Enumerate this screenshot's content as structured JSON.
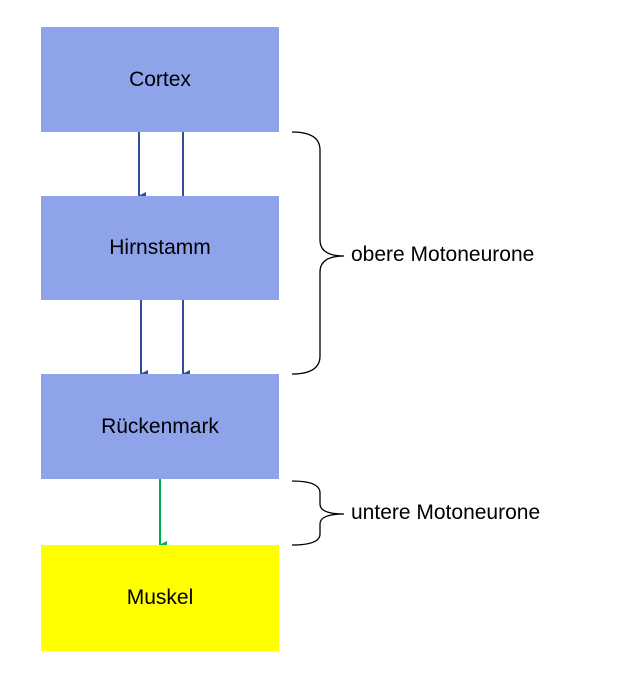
{
  "diagram": {
    "boxes": {
      "cortex": {
        "label": "Cortex",
        "fill": "#8EA3EA"
      },
      "hirnstamm": {
        "label": "Hirnstamm",
        "fill": "#8EA3EA"
      },
      "rueckenmark": {
        "label": "Rückenmark",
        "fill": "#8EA3EA"
      },
      "muskel": {
        "label": "Muskel",
        "fill": "#FFFF00"
      }
    },
    "groups": {
      "upper": {
        "label": "obere Motoneurone"
      },
      "lower": {
        "label": "untere Motoneurone"
      }
    },
    "colors": {
      "arrow_blue": "#2F4F9A",
      "arrow_green": "#00B050",
      "brace": "#000000"
    }
  }
}
